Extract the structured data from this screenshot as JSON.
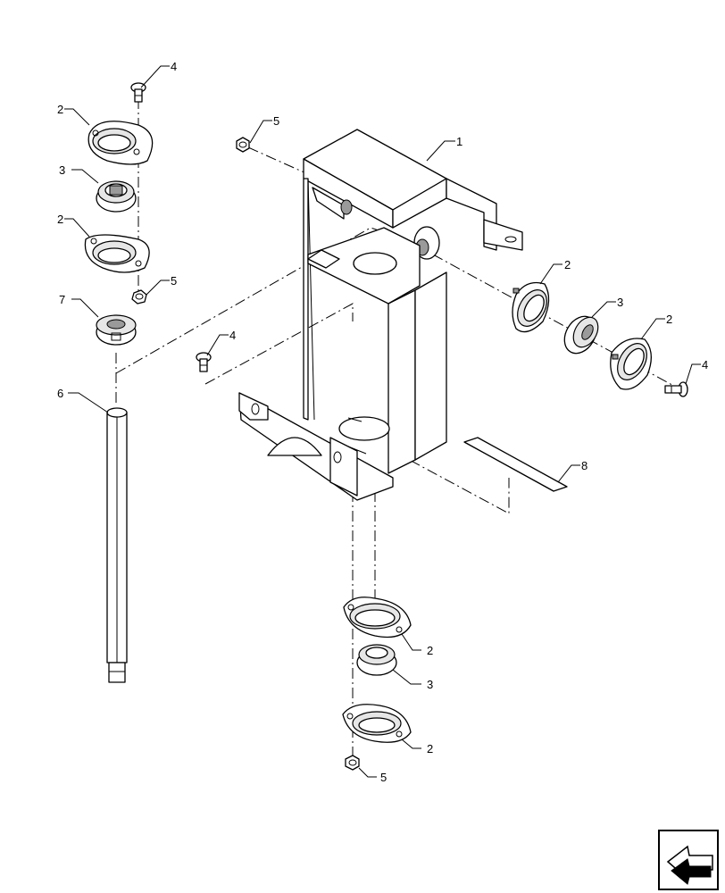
{
  "callouts": {
    "c1": "1",
    "c2a": "2",
    "c2b": "2",
    "c2c": "2",
    "c2d": "2",
    "c2e": "2",
    "c2f": "2",
    "c3a": "3",
    "c3b": "3",
    "c3c": "3",
    "c4a": "4",
    "c4b": "4",
    "c4c": "4",
    "c5a": "5",
    "c5b": "5",
    "c5c": "5",
    "c6": "6",
    "c7": "7",
    "c8": "8"
  },
  "nav_icon": "next-page-arrow-icon"
}
